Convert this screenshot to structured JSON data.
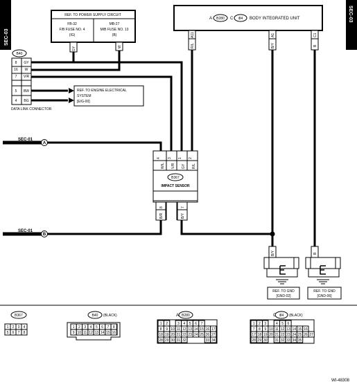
{
  "section_tab": {
    "left": "SEC-03",
    "right": "SEC-03"
  },
  "power_supply": {
    "title": "REF. TO POWER SUPPLY CIRCUIT",
    "fuse_left": [
      "FB-32",
      "F/B FUSE NO. 4",
      "(IG)"
    ],
    "fuse_right": [
      "MB-27",
      "M/B FUSE NO. 13",
      "(B)"
    ],
    "wire_left": "GY",
    "wire_right": "W"
  },
  "body_unit": {
    "label_a": "A",
    "conn_a": "B280",
    "label_c": "C",
    "conn_c": "i84",
    "title": "BODY INTEGRATED UNIT",
    "pin_a": "A11",
    "pin_a2": "A1",
    "pin_c": "C1",
    "wire_rl": "R/L",
    "wire_by": "B/Y",
    "wire_b": "B"
  },
  "dlc": {
    "conn": "B40",
    "label": "DATA LINK CONNECTOR",
    "pins": [
      {
        "pin": "8",
        "wire": "GY"
      },
      {
        "pin": "16",
        "wire": "W"
      },
      {
        "pin": "7",
        "wire": "V/R"
      },
      {
        "pin": "5",
        "wire": "BW"
      },
      {
        "pin": "4",
        "wire": "BG"
      }
    ]
  },
  "engine_ref": [
    "REF. TO ENGINE ELECTRICAL",
    "SYSTEM",
    "[E/G-00]"
  ],
  "sec_a": {
    "label": "SEC-01",
    "letter": "A"
  },
  "sec_b": {
    "label": "SEC-01",
    "letter": "B"
  },
  "impact_sensor": {
    "conn": "B367",
    "label": "IMPACT SENSOR",
    "top_pins": [
      {
        "pin": "4",
        "wire": "W/L"
      },
      {
        "pin": "3",
        "wire": "V/R"
      },
      {
        "pin": "1",
        "wire": "GY"
      },
      {
        "pin": "2",
        "wire": "R/L"
      }
    ],
    "bottom_pins": [
      {
        "pin": "8",
        "wire": "B/R"
      },
      {
        "pin": "7",
        "wire": "B/Y"
      }
    ]
  },
  "grounds": [
    {
      "wire": "B/Y",
      "ref": [
        "REF. TO GND",
        "[GND-02]"
      ]
    },
    {
      "wire": "B",
      "ref": [
        "REF. TO GND",
        "[GND-06]"
      ]
    }
  ],
  "connector_views": {
    "b367": {
      "name": "B367",
      "rows": [
        [
          "1",
          "2",
          "3",
          "4"
        ],
        [
          "5",
          "6",
          "7",
          "8"
        ]
      ]
    },
    "b40": {
      "name": "B40",
      "color": "(BLACK)",
      "rows": [
        [
          "1",
          "2",
          "3",
          "4",
          "5",
          "6",
          "7",
          "8"
        ],
        [
          "9",
          "10",
          "11",
          "12",
          "13",
          "14",
          "15",
          "16"
        ]
      ]
    },
    "b280": {
      "prefix": "A",
      "name": "B280",
      "rows": [
        [
          "1",
          "2",
          "",
          "3",
          "4",
          "5",
          "6",
          "7"
        ],
        [
          "8",
          "9",
          "10",
          "11",
          "12",
          "13",
          "14",
          "15",
          "16",
          "17"
        ],
        [
          "18",
          "19",
          "20",
          "21",
          "22",
          "23",
          "24",
          "25",
          "26",
          "27"
        ],
        [
          "28",
          "29",
          "30",
          "31",
          "32",
          "",
          "",
          "",
          "33",
          "34"
        ]
      ]
    },
    "i84": {
      "prefix": "C",
      "name": "i84",
      "color": "(BLACK)",
      "rows": [
        [
          "1",
          "2",
          "3",
          "",
          "4",
          "5",
          "6"
        ],
        [
          "7",
          "8",
          "9",
          "10",
          "11",
          "12",
          "13",
          "14",
          "15",
          "16"
        ],
        [
          "17",
          "18",
          "19",
          "20",
          "21",
          "22",
          "23",
          "24",
          "25",
          "26",
          "27"
        ],
        [
          "28",
          "29",
          "30",
          "",
          "31",
          "32",
          "33",
          "34",
          "35"
        ]
      ]
    }
  },
  "figure_id": "WI-48308"
}
